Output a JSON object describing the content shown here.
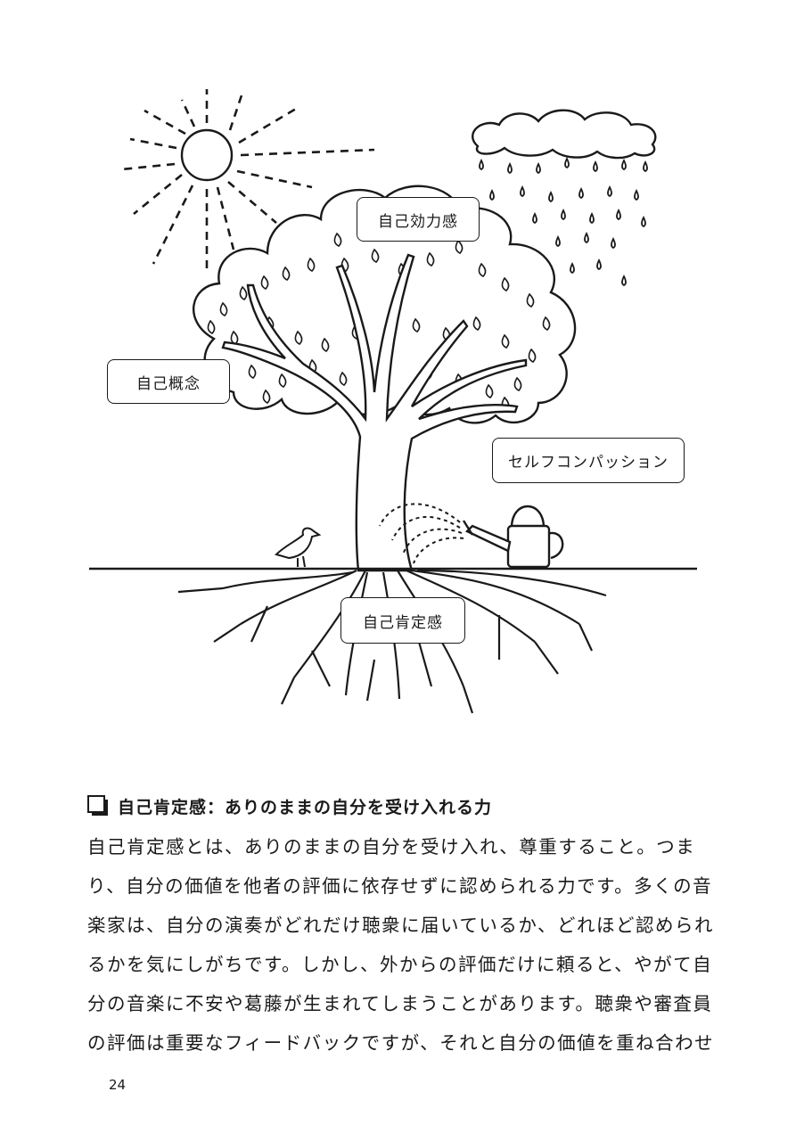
{
  "illustration": {
    "labels": {
      "self_efficacy": "自己効力感",
      "self_concept": "自己概念",
      "self_compassion": "セルフコンパッション",
      "self_affirmation": "自己肯定感"
    }
  },
  "section": {
    "heading": "自己肯定感：ありのままの自分を受け入れる力",
    "body_lines": [
      "自己肯定感とは、ありのままの自分を受け入れ、尊重すること。つま",
      "り、自分の価値を他者の評価に依存せずに認められる力です。多くの音",
      "楽家は、自分の演奏がどれだけ聴衆に届いているか、どれほど認められ",
      "るかを気にしがちです。しかし、外からの評価だけに頼ると、やがて自",
      "分の音楽に不安や葛藤が生まれてしまうことがあります。聴衆や審査員",
      "の評価は重要なフィードバックですが、それと自分の価値を重ね合わせ"
    ]
  },
  "page_number": "24"
}
